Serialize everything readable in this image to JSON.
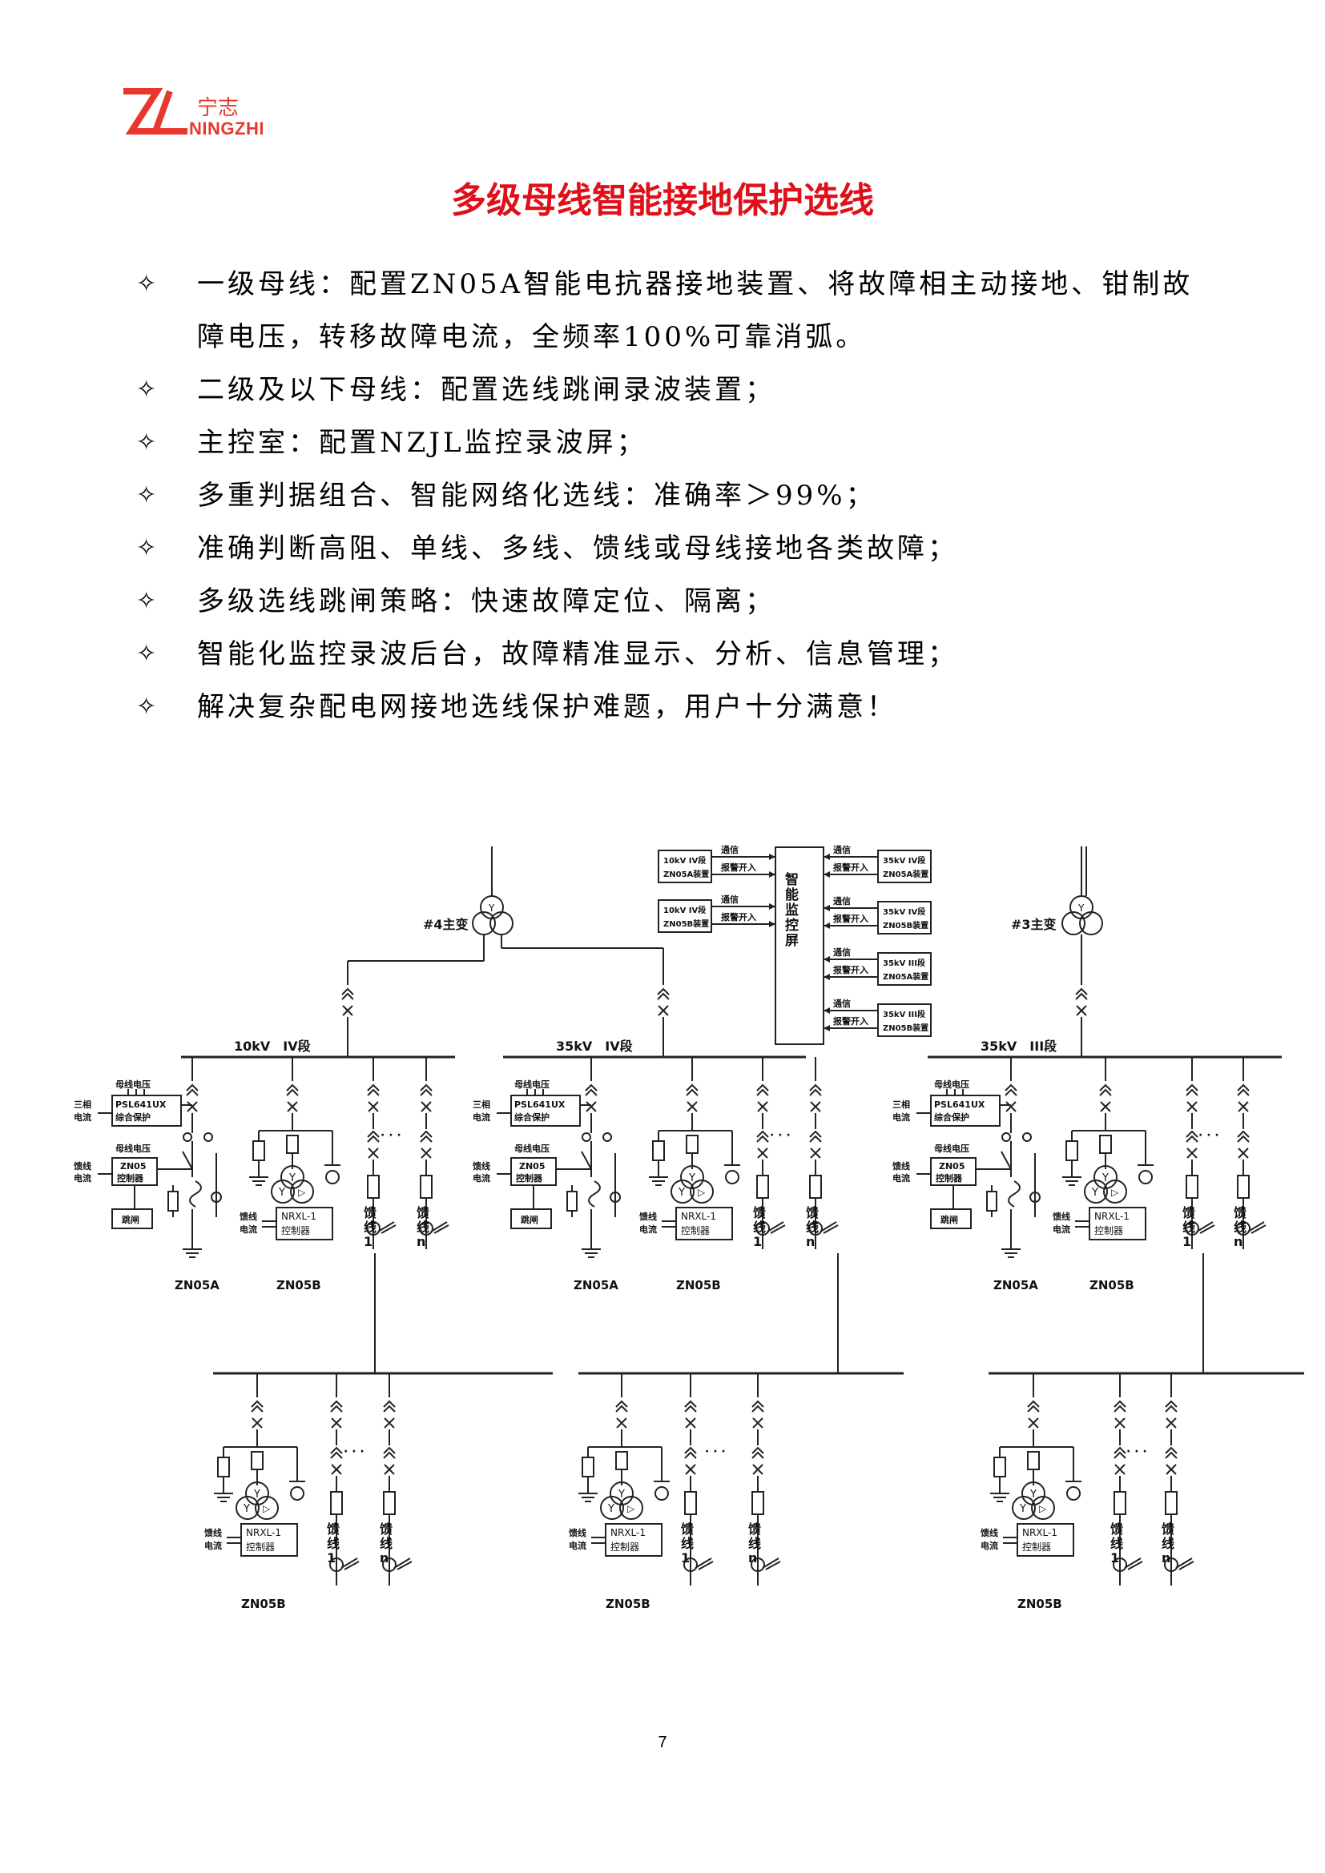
{
  "logo": {
    "mark": "ZL",
    "cn": "宁志",
    "en": "NINGZHI"
  },
  "title": "多级母线智能接地保护选线",
  "bullets": [
    "一级母线：配置ZN05A智能电抗器接地装置、将故障相主动接地、钳制故障电压，转移故障电流，全频率100%可靠消弧。",
    "二级及以下母线：配置选线跳闸录波装置；",
    "主控室：配置NZJL监控录波屏；",
    "多重判据组合、智能网络化选线：准确率＞99%；",
    "准确判断高阻、单线、多线、馈线或母线接地各类故障；",
    "多级选线跳闸策略：快速故障定位、隔离；",
    "智能化监控录波后台，故障精准显示、分析、信息管理；",
    "解决复杂配电网接地选线保护难题，用户十分满意！"
  ],
  "bullet_marker": "✧",
  "diagram": {
    "transformers": [
      "#4主变",
      "#3主变"
    ],
    "bus_labels": [
      "10kV　IV段",
      "35kV　IV段",
      "35kV　III段"
    ],
    "monitor": {
      "screen": "智能监控屏",
      "left_devices": [
        [
          "10kV IV段",
          "ZN05A装置"
        ],
        [
          "10kV IV段",
          "ZN05B装置"
        ]
      ],
      "right_devices": [
        [
          "35kV IV段",
          "ZN05A装置"
        ],
        [
          "35kV IV段",
          "ZN05B装置"
        ],
        [
          "35kV III段",
          "ZN05A装置"
        ],
        [
          "35kV III段",
          "ZN05B装置"
        ]
      ],
      "signal_comm": "通信",
      "signal_alarm": "报警开入"
    },
    "labels": {
      "bus_voltage": "母线电压",
      "three_phase": "三相",
      "current": "电流",
      "protection_1": "PSL641UX",
      "protection_2": "综合保护",
      "controller_1": "ZN05",
      "controller_2": "控制器",
      "feeder_current_1": "馈线",
      "feeder_current_2": "电流",
      "trip": "跳闸",
      "nrxl_1": "NRXL-1",
      "nrxl_2": "控制器",
      "feeder_1": "馈线1",
      "feeder_n": "馈线n",
      "dots": "· · ·",
      "zn05a": "ZN05A",
      "zn05b": "ZN05B"
    }
  },
  "page_number": "7"
}
